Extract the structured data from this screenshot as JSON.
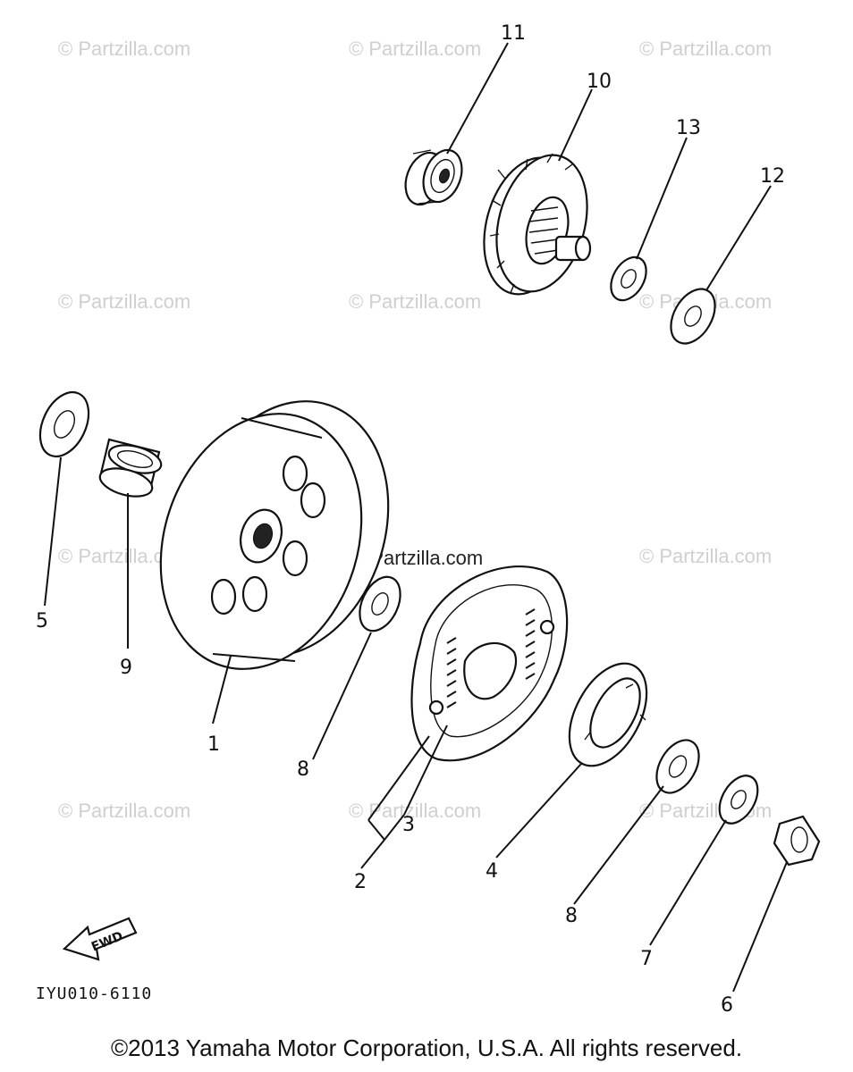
{
  "watermark": {
    "text": "© Partzilla.com"
  },
  "callouts": {
    "c1": "1",
    "c2": "2",
    "c3": "3",
    "c4": "4",
    "c5": "5",
    "c6": "6",
    "c7": "7",
    "c8a": "8",
    "c8b": "8",
    "c9": "9",
    "c10": "10",
    "c11": "11",
    "c12": "12",
    "c13": "13"
  },
  "fwd_label": "FWD",
  "diagram_code": "IYU010-6110",
  "copyright": "©2013 Yamaha Motor Corporation, U.S.A. All rights reserved."
}
